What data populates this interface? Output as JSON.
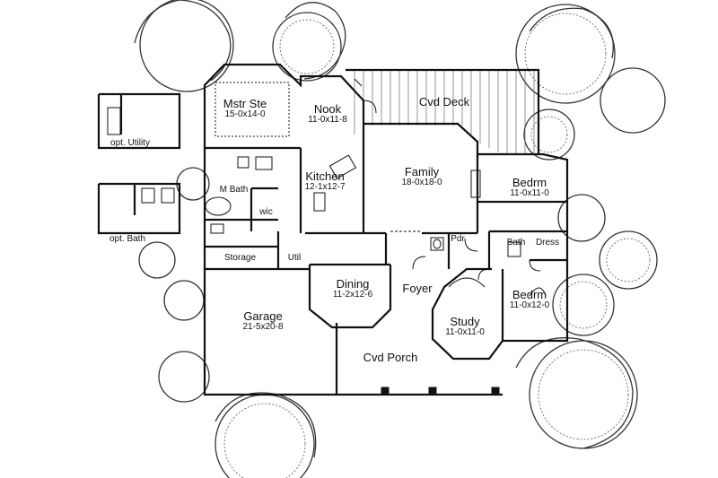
{
  "rooms": {
    "mstr_ste": {
      "name": "Mstr Ste",
      "dims": "15-0x14-0"
    },
    "nook": {
      "name": "Nook",
      "dims": "11-0x11-8"
    },
    "cvd_deck": {
      "name": "Cvd Deck"
    },
    "kitchen": {
      "name": "Kitchen",
      "dims": "12-1x12-7"
    },
    "family": {
      "name": "Family",
      "dims": "18-0x18-0"
    },
    "bedrm1": {
      "name": "Bedrm",
      "dims": "11-0x11-0"
    },
    "bedrm2": {
      "name": "Bedrm",
      "dims": "11-0x12-0"
    },
    "dining": {
      "name": "Dining",
      "dims": "11-2x12-6"
    },
    "foyer": {
      "name": "Foyer"
    },
    "study": {
      "name": "Study",
      "dims": "11-0x11-0"
    },
    "garage": {
      "name": "Garage",
      "dims": "21-5x20-8"
    },
    "cvd_porch": {
      "name": "Cvd Porch"
    },
    "m_bath": {
      "name": "M Bath"
    },
    "wic": {
      "name": "wic"
    },
    "storage": {
      "name": "Storage"
    },
    "util": {
      "name": "Util"
    },
    "pdr": {
      "name": "Pdr"
    },
    "bath": {
      "name": "Bath"
    },
    "dress": {
      "name": "Dress"
    },
    "opt_utility": {
      "name": "opt. Utility"
    },
    "opt_bath": {
      "name": "opt. Bath"
    }
  },
  "colors": {
    "line": "#111111",
    "tree": "#333333",
    "deck": "#666666"
  }
}
